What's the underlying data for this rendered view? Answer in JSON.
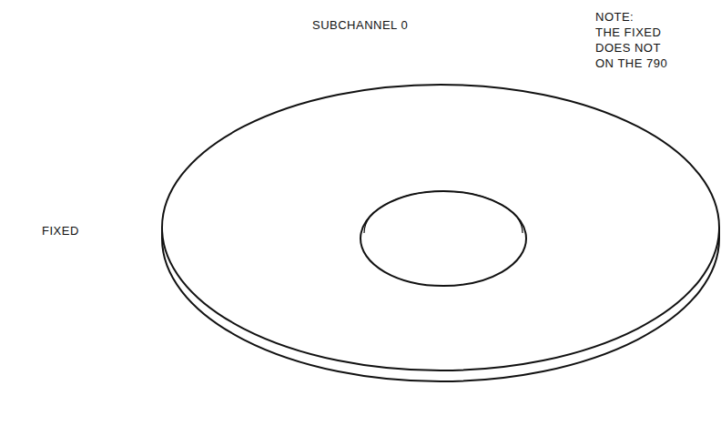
{
  "diagram": {
    "labels": [
      "SUBCHANNEL 0",
      "FIXED",
      "NOTE:",
      "THE FIXED DOES NOT ON THE 790"
    ]
  }
}
